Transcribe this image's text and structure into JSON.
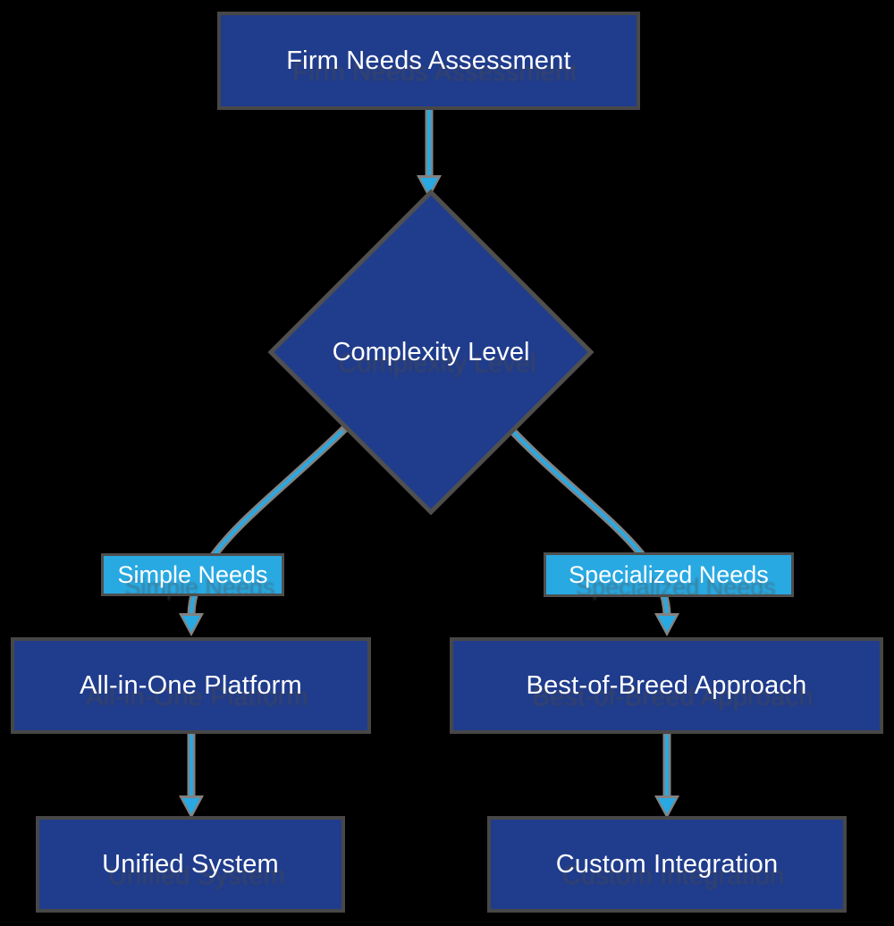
{
  "diagram": {
    "nodes": {
      "assessment": {
        "label": "Firm Needs Assessment"
      },
      "complexity": {
        "label": "Complexity Level"
      },
      "all_in_one": {
        "label": "All-in-One Platform"
      },
      "best_of_breed": {
        "label": "Best-of-Breed Approach"
      },
      "unified": {
        "label": "Unified System"
      },
      "custom": {
        "label": "Custom Integration"
      }
    },
    "edge_labels": {
      "simple": "Simple Needs",
      "specialized": "Specialized Needs"
    },
    "edges": [
      {
        "from": "assessment",
        "to": "complexity",
        "label": ""
      },
      {
        "from": "complexity",
        "to": "all_in_one",
        "label": "Simple Needs"
      },
      {
        "from": "complexity",
        "to": "best_of_breed",
        "label": "Specialized Needs"
      },
      {
        "from": "all_in_one",
        "to": "unified",
        "label": ""
      },
      {
        "from": "best_of_breed",
        "to": "custom",
        "label": ""
      }
    ]
  },
  "colors": {
    "background": "#000000",
    "node_fill": "#203C8C",
    "node_border": "#474747",
    "edge_label_fill": "#29A9E2",
    "edge_label_border": "#4F4F4F",
    "arrow": "#29A9E2",
    "halo": "#828282",
    "text": "#FFFFFF"
  }
}
